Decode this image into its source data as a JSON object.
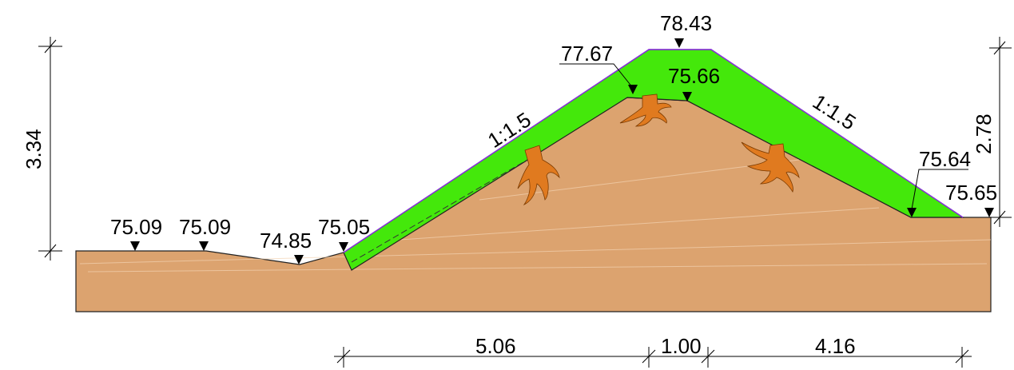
{
  "colors": {
    "soil": "#DCA36F",
    "soil_outline": "#222222",
    "embankment": "#44E80B",
    "slope_line": "#8A2BE2",
    "root": "#E07A1F",
    "line": "#000000"
  },
  "elevations": {
    "ground_left_1": "75.09",
    "ground_left_2": "75.09",
    "ditch_bottom": "74.85",
    "toe_left": "75.05",
    "crest_top": "78.43",
    "existing_left_shoulder": "77.67",
    "existing_crest": "75.66",
    "toe_right_existing": "75.64",
    "toe_right": "75.65"
  },
  "slopes": {
    "left": "1:1.5",
    "right": "1:1.5"
  },
  "dimensions": {
    "height_left": "3.34",
    "height_right": "2.78",
    "bottom_left": "5.06",
    "bottom_mid": "1.00",
    "bottom_right": "4.16"
  },
  "icons": {
    "elevation_marker": "down-triangle-icon",
    "root_stump": "root-stump-icon"
  }
}
